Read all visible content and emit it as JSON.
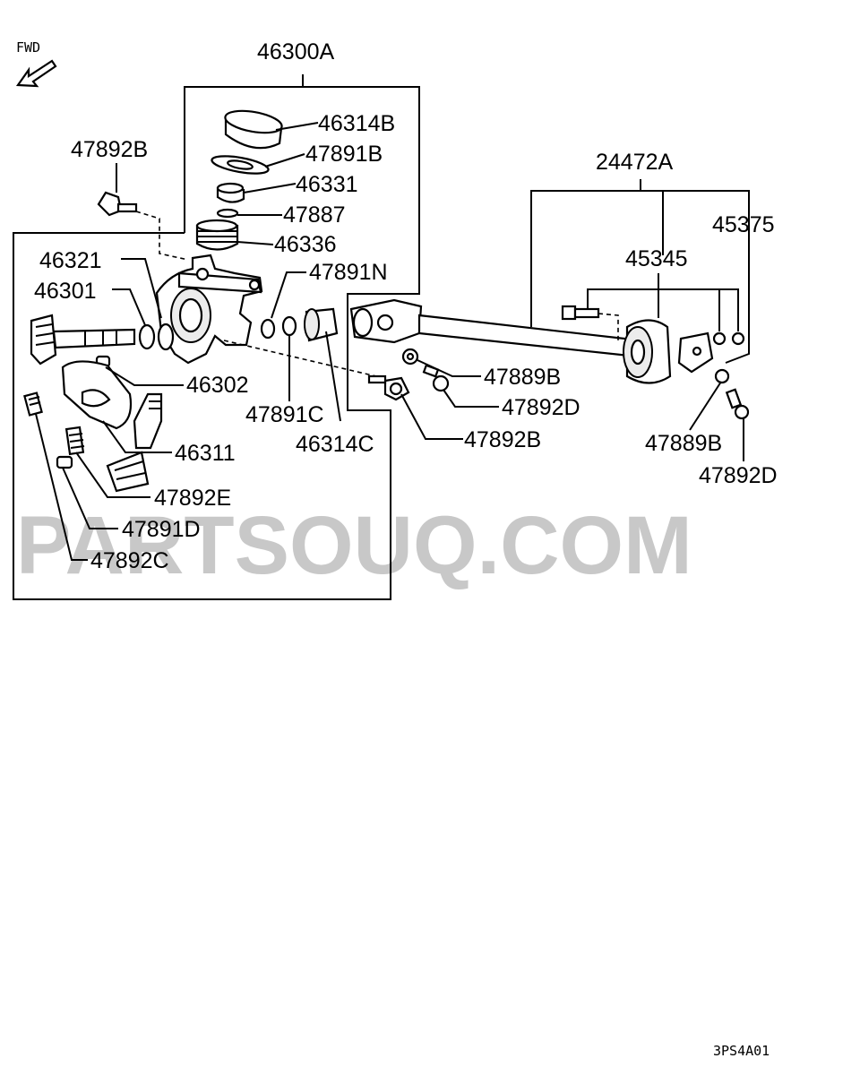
{
  "fwd_label": "FWD",
  "watermark": "PARTSOUQ.COM",
  "drawing_code": "3PS4A01",
  "labels": {
    "p46300A": "46300A",
    "p46314B": "46314B",
    "p47891B": "47891B",
    "p46331": "46331",
    "p47887": "47887",
    "p46336": "46336",
    "p47892B_top": "47892B",
    "p46321": "46321",
    "p46301": "46301",
    "p47891N": "47891N",
    "p46302": "46302",
    "p47891C": "47891C",
    "p46314C": "46314C",
    "p46311": "46311",
    "p47892E": "47892E",
    "p47891D": "47891D",
    "p47892C": "47892C",
    "p47892B_mid": "47892B",
    "p24472A": "24472A",
    "p45375": "45375",
    "p45345": "45345",
    "p47889B_mid": "47889B",
    "p47892D_mid": "47892D",
    "p47889B_right": "47889B",
    "p47892D_right": "47892D"
  }
}
